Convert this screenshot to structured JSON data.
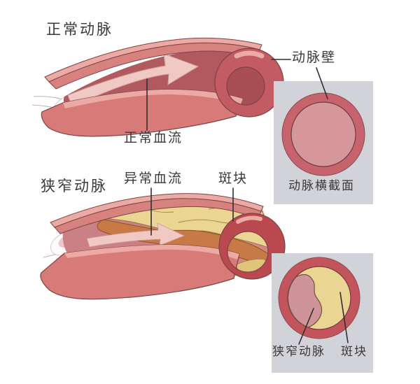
{
  "normal_artery": {
    "title": "正常动脉",
    "wall_label": "动脉壁",
    "flow_label": "正常血流"
  },
  "cross_section_normal": {
    "caption": "动脉横截面"
  },
  "narrowed_artery": {
    "title": "狭窄动脉",
    "flow_label": "异常血流",
    "plaque_label": "斑块"
  },
  "cross_section_narrowed": {
    "lumen_label": "狭窄动脉",
    "plaque_label": "斑块"
  },
  "colors": {
    "background": "#ffffff",
    "panel_bg": "#d2d2d9",
    "wall_light": "#ecaaa4",
    "wall_mid": "#d8827f",
    "wall_front": "#d87a77",
    "wall_deep": "#c25c62",
    "rim_dark": "#b9494f",
    "interior_dark": "#b05a60",
    "interior_hole": "#a84e55",
    "interior_mauve": "#c98186",
    "inner_wall_pink": "#d0797e",
    "inner_wall_pink2": "#d5868b",
    "flow_arrow": "#f0c8c4",
    "plaque_yellow": "#ead592",
    "plaque_deep": "#e0c47c",
    "channel_orange": "#c87a46",
    "cs_ring": "#c7636c",
    "cs_ring2": "#c4545c",
    "cs_lumen": "#cf939a",
    "cs_lumen_normal": "#d6979c",
    "outline": "#7d4345",
    "leader_line": "#2f2f2f",
    "text": "#3a3a3a"
  }
}
